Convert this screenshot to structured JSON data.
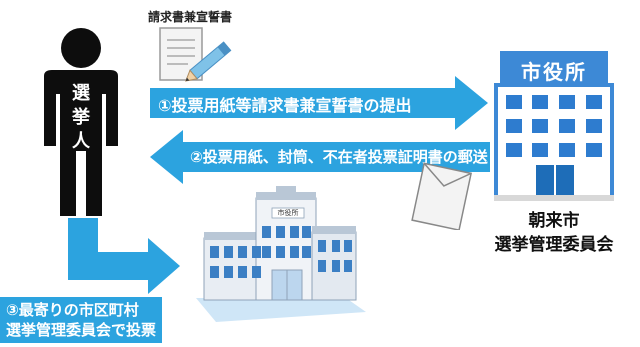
{
  "document_label": "請求書兼宣誓書",
  "voter": {
    "label_chars": [
      "選",
      "挙",
      "人"
    ]
  },
  "steps": {
    "step1": "①投票用紙等請求書兼宣誓書の提出",
    "step2": "②投票用紙、封筒、不在者投票証明書の郵送",
    "step3_line1": "③最寄りの市区町村",
    "step3_line2": "選挙管理委員会で投票"
  },
  "city_office": {
    "sign": "市役所",
    "name": "朝来市",
    "committee": "選挙管理委員会"
  },
  "nearby_office": {
    "sign": "市役所"
  },
  "colors": {
    "arrow": "#2ca3df",
    "person": "#0d0d0d",
    "building": "#3d89d6"
  }
}
